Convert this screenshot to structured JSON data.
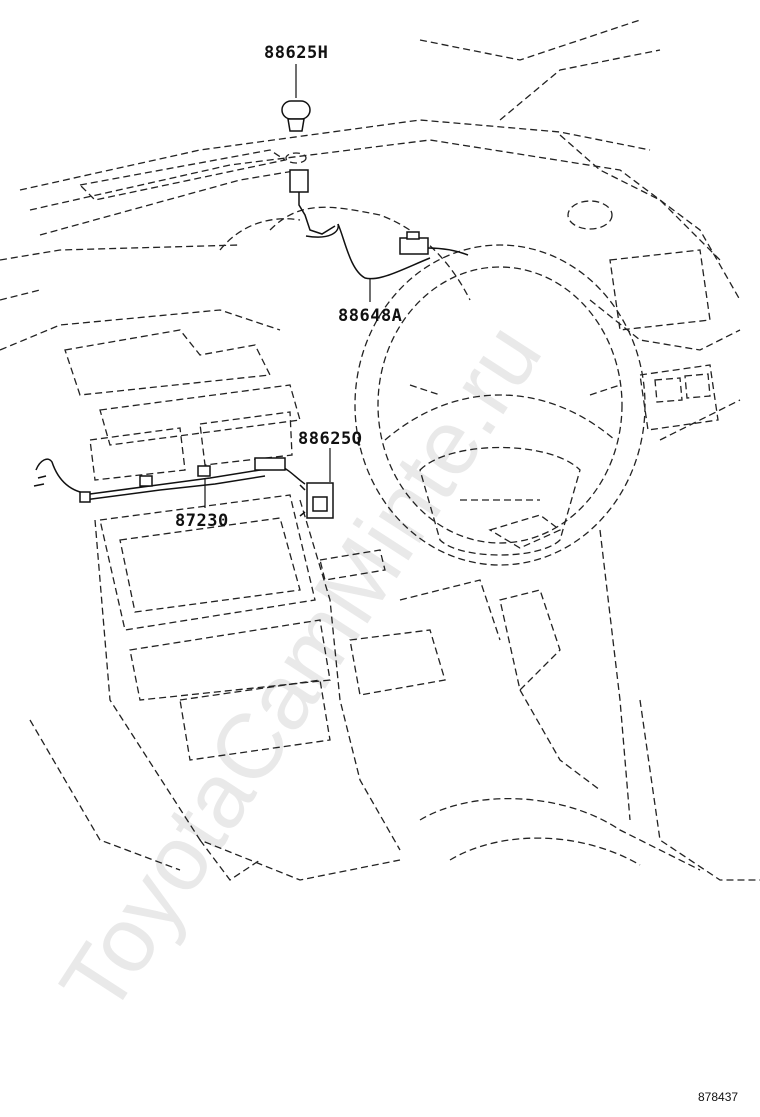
{
  "watermark": "ToyotaCamMinte.ru",
  "reference_number": "878437",
  "part_labels": {
    "part_88625h": "88625H",
    "part_88648a": "88648A",
    "part_88625q": "88625Q",
    "part_87230": "87230"
  },
  "colors": {
    "line": "#111111",
    "watermark": "#e9e9e9",
    "background": "#ffffff"
  }
}
